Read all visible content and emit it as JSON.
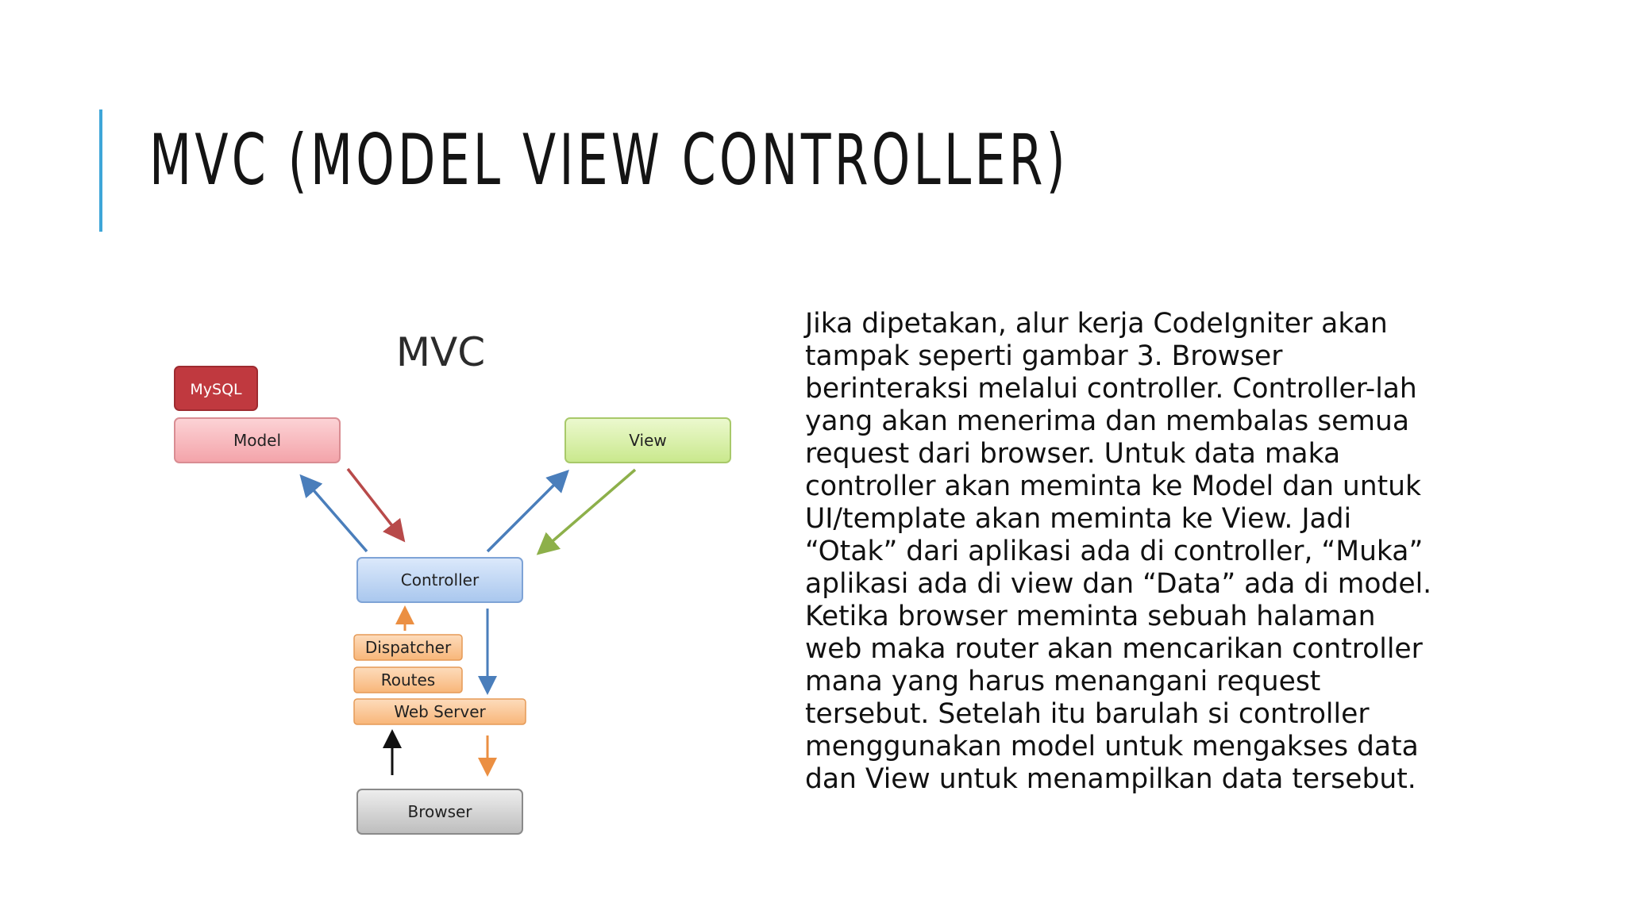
{
  "title": "MVC (MODEL VIEW CONTROLLER)",
  "diagram": {
    "heading": "MVC",
    "nodes": {
      "mysql": "MySQL",
      "model": "Model",
      "view": "View",
      "controller": "Controller",
      "dispatcher": "Dispatcher",
      "routes": "Routes",
      "web_server": "Web Server",
      "browser": "Browser"
    },
    "colors": {
      "mysql": "#c0393f",
      "model": "#f7b8bc",
      "view": "#d7f0a6",
      "controller": "#bcd5f5",
      "stack": "#fbc896",
      "browser": "#cfcfcf",
      "arrow_blue": "#4a7ebb",
      "arrow_red": "#b84a4a",
      "arrow_green": "#8db04a",
      "arrow_orange": "#eb8f42",
      "arrow_black": "#111111"
    }
  },
  "body": "Jika dipetakan, alur kerja CodeIgniter akan tampak seperti gambar 3. Browser berinteraksi melalui controller. Controller-lah yang akan menerima dan membalas semua request dari browser. Untuk data maka controller akan meminta ke Model dan untuk UI/template akan meminta ke View. Jadi “Otak” dari aplikasi ada di controller, “Muka” aplikasi ada di view dan “Data” ada di model. Ketika browser meminta sebuah halaman web maka router akan mencarikan controller mana yang harus menangani request tersebut. Setelah itu barulah si controller menggunakan model untuk mengakses data dan View untuk menampilkan data tersebut."
}
